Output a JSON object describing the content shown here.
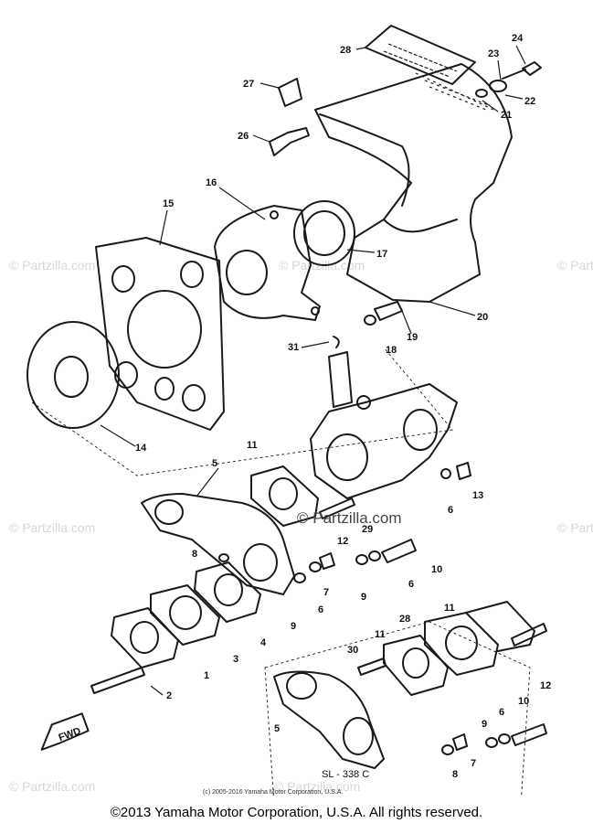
{
  "watermarks": [
    "© Partzilla.com",
    "© Partzilla.com",
    "© Partzilla.com",
    "© Partzilla.com",
    "© Partzilla.com",
    "© Partzilla.com",
    "© Partzilla.com"
  ],
  "center_watermark": "© Partzilla.com",
  "callouts": {
    "c1": "1",
    "c2": "2",
    "c3": "3",
    "c4": "4",
    "c5": "5",
    "c5b": "5",
    "c6": "6",
    "c6b": "6",
    "c6c": "6",
    "c6d": "6",
    "c7": "7",
    "c7b": "7",
    "c8": "8",
    "c8b": "8",
    "c9": "9",
    "c9b": "9",
    "c9c": "9",
    "c10": "10",
    "c10b": "10",
    "c11": "11",
    "c11b": "11",
    "c11c": "11",
    "c12": "12",
    "c12b": "12",
    "c13": "13",
    "c14": "14",
    "c15": "15",
    "c16": "16",
    "c17": "17",
    "c18": "18",
    "c19": "19",
    "c20": "20",
    "c21": "21",
    "c22": "22",
    "c23": "23",
    "c24": "24",
    "c26": "26",
    "c27": "27",
    "c28": "28",
    "c28b": "28",
    "c29": "29",
    "c30": "30",
    "c31": "31"
  },
  "fwd_label": "FWD",
  "inset_code": "SL - 338 C",
  "small_copyright": "(c) 2005-2016 Yamaha Motor Corporation, U.S.A.",
  "footer": "©2013 Yamaha Motor Corporation, U.S.A. All rights reserved."
}
